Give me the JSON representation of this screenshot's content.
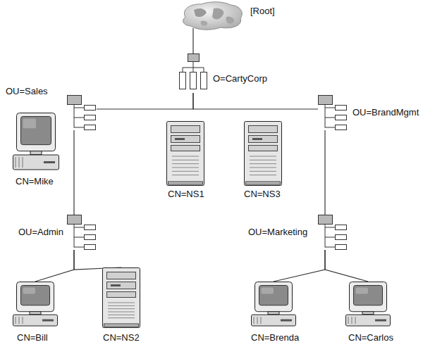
{
  "diagram": {
    "nodes": [
      {
        "text": [
          "[Root]"
        ]
      },
      {
        "text": [
          "O=CartyCorp"
        ]
      },
      {
        "text": [
          "OU=Sales"
        ]
      },
      {
        "text": [
          "CN=NS1"
        ]
      },
      {
        "text": [
          "CN=NS3"
        ]
      },
      {
        "text": [
          "OU=BrandMgmt"
        ]
      },
      {
        "text": [
          "CN=Mike"
        ]
      },
      {
        "text": [
          "OU=Admin"
        ]
      },
      {
        "text": [
          "OU=Marketing"
        ]
      },
      {
        "text": [
          "CN=Bill"
        ]
      },
      {
        "text": [
          "CN=NS2"
        ]
      },
      {
        "text": [
          "CN=Brenda"
        ]
      },
      {
        "text": [
          "CN=Carlos"
        ]
      }
    ],
    "edges": [
      {
        "from": 0,
        "to": 1,
        "arrow": "none"
      },
      {
        "from": 1,
        "to": 2,
        "arrow": "none"
      },
      {
        "from": 1,
        "to": 5,
        "arrow": "none"
      },
      {
        "from": 2,
        "to": 7,
        "arrow": "none"
      },
      {
        "from": 5,
        "to": 8,
        "arrow": "none"
      },
      {
        "from": 7,
        "to": 9,
        "arrow": "none"
      },
      {
        "from": 7,
        "to": 10,
        "arrow": "none"
      },
      {
        "from": 8,
        "to": 11,
        "arrow": "none"
      },
      {
        "from": 8,
        "to": 12,
        "arrow": "none"
      }
    ]
  }
}
